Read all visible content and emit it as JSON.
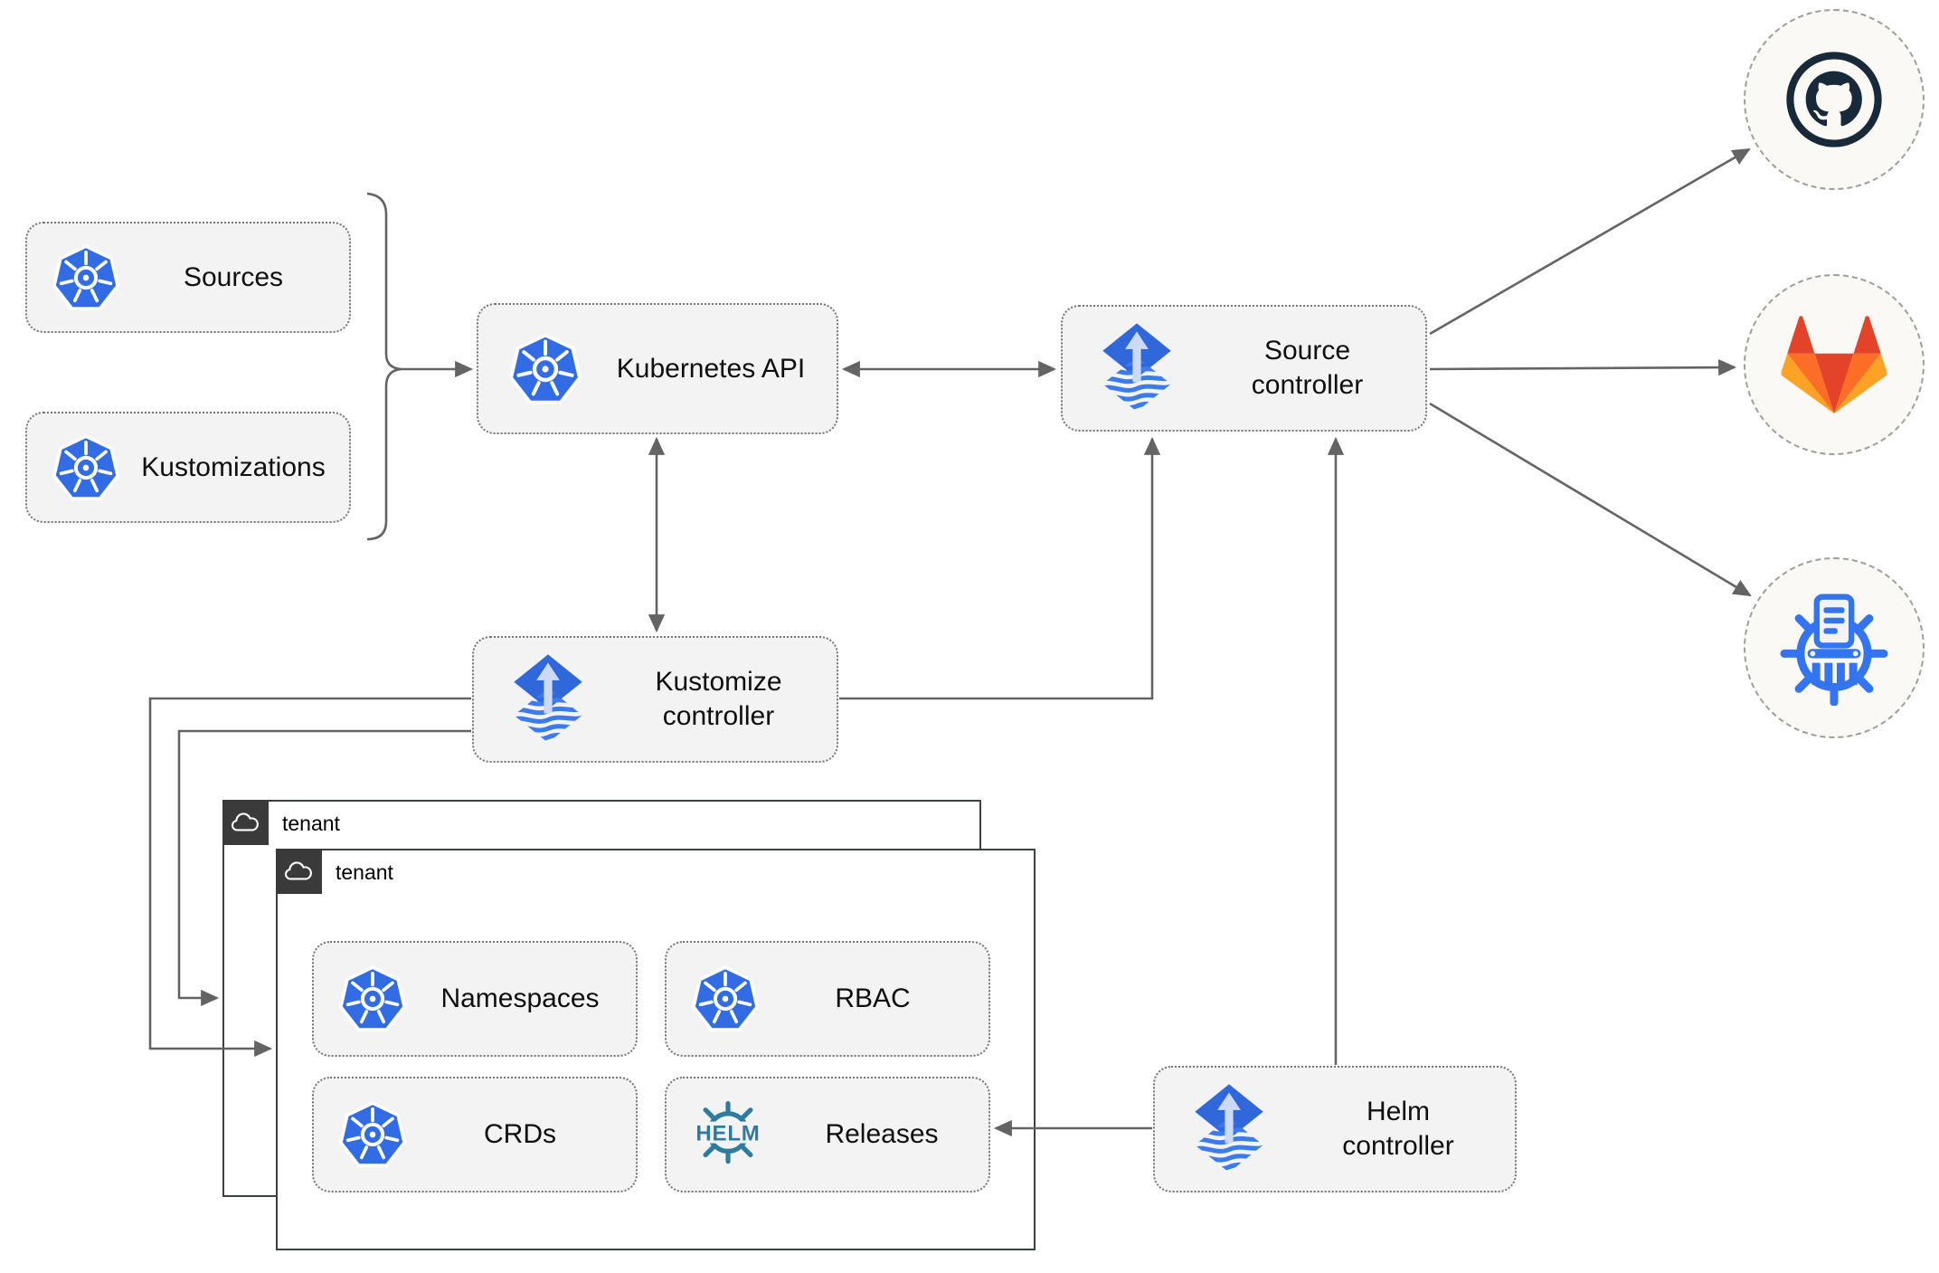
{
  "nodes": {
    "sources": "Sources",
    "kustomizations": "Kustomizations",
    "kubernetes_api": "Kubernetes API",
    "source_controller": "Source controller",
    "kustomize_controller": "Kustomize controller",
    "helm_controller": "Helm controller",
    "namespaces": "Namespaces",
    "rbac": "RBAC",
    "crds": "CRDs",
    "releases": "Releases"
  },
  "tenants": {
    "back": "tenant",
    "front": "tenant"
  },
  "helm_logo_text": "HELM",
  "externals": [
    {
      "name": "github",
      "icon": "github-icon"
    },
    {
      "name": "gitlab",
      "icon": "gitlab-icon"
    },
    {
      "name": "chartmuseum",
      "icon": "chartmuseum-icon"
    }
  ],
  "colors": {
    "kubernetes_blue": "#326ce5",
    "flux_blue": "#3068dc",
    "flux_light": "#ccdaf6",
    "flux_stripe": "#3b7bf0",
    "helm_teal": "#2e7ba0",
    "chartmuseum_blue": "#3374f0",
    "github_dark": "#18293a",
    "gitlab_red": "#e24329",
    "gitlab_orange": "#fc6d26",
    "gitlab_amber": "#fca326",
    "edge_gray": "#646464",
    "node_fill": "#f3f3f3",
    "tenant_border": "#3c4043",
    "label_color": "#0f0f0f"
  }
}
